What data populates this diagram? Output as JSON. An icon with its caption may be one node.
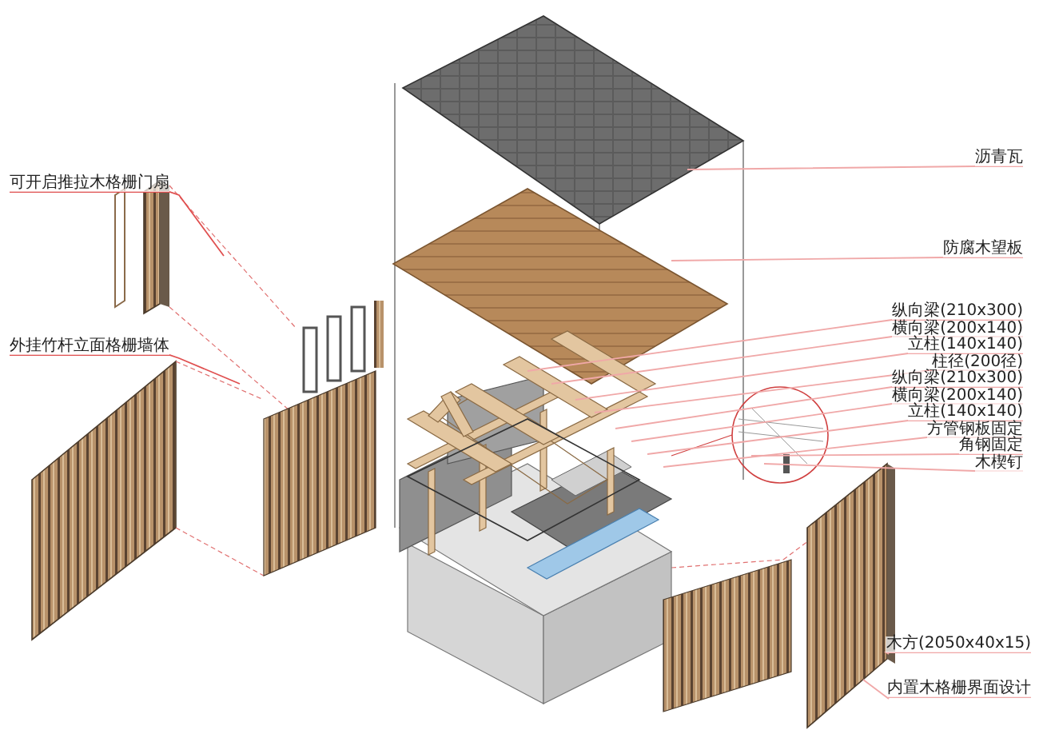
{
  "diagram": {
    "nodes": [
      {
        "text": [
          "可开启推拉木格栅门扇"
        ]
      },
      {
        "text": [
          "外挂竹杆立面格栅墙体"
        ]
      },
      {
        "text": [
          "沥青瓦"
        ]
      },
      {
        "text": [
          "防腐木望板"
        ]
      },
      {
        "text": [
          "纵向梁(210x300)"
        ]
      },
      {
        "text": [
          "横向梁(200x140)"
        ]
      },
      {
        "text": [
          "立柱(140x140)"
        ]
      },
      {
        "text": [
          "柱径(200径)"
        ]
      },
      {
        "text": [
          "纵向梁(210x300)"
        ]
      },
      {
        "text": [
          "横向梁(200x140)"
        ]
      },
      {
        "text": [
          "立柱(140x140)"
        ]
      },
      {
        "text": [
          "方管钢板固定"
        ]
      },
      {
        "text": [
          "角钢固定"
        ]
      },
      {
        "text": [
          "木楔钉"
        ]
      },
      {
        "text": [
          "木方(2050x40x15)"
        ]
      },
      {
        "text": [
          "内置木格栅界面设计"
        ]
      }
    ],
    "edges": [
      {
        "from": 0,
        "to": null,
        "arrow": "none"
      },
      {
        "from": 1,
        "to": null,
        "arrow": "none"
      },
      {
        "from": 2,
        "to": null,
        "arrow": "none"
      },
      {
        "from": 3,
        "to": null,
        "arrow": "none"
      },
      {
        "from": 4,
        "to": null,
        "arrow": "none"
      },
      {
        "from": 5,
        "to": null,
        "arrow": "none"
      },
      {
        "from": 6,
        "to": null,
        "arrow": "none"
      },
      {
        "from": 7,
        "to": null,
        "arrow": "none"
      },
      {
        "from": 8,
        "to": null,
        "arrow": "none"
      },
      {
        "from": 9,
        "to": null,
        "arrow": "none"
      },
      {
        "from": 10,
        "to": null,
        "arrow": "none"
      },
      {
        "from": 11,
        "to": null,
        "arrow": "none"
      },
      {
        "from": 12,
        "to": null,
        "arrow": "none"
      },
      {
        "from": 13,
        "to": null,
        "arrow": "none"
      },
      {
        "from": 14,
        "to": null,
        "arrow": "none"
      },
      {
        "from": 15,
        "to": null,
        "arrow": "none"
      }
    ]
  }
}
